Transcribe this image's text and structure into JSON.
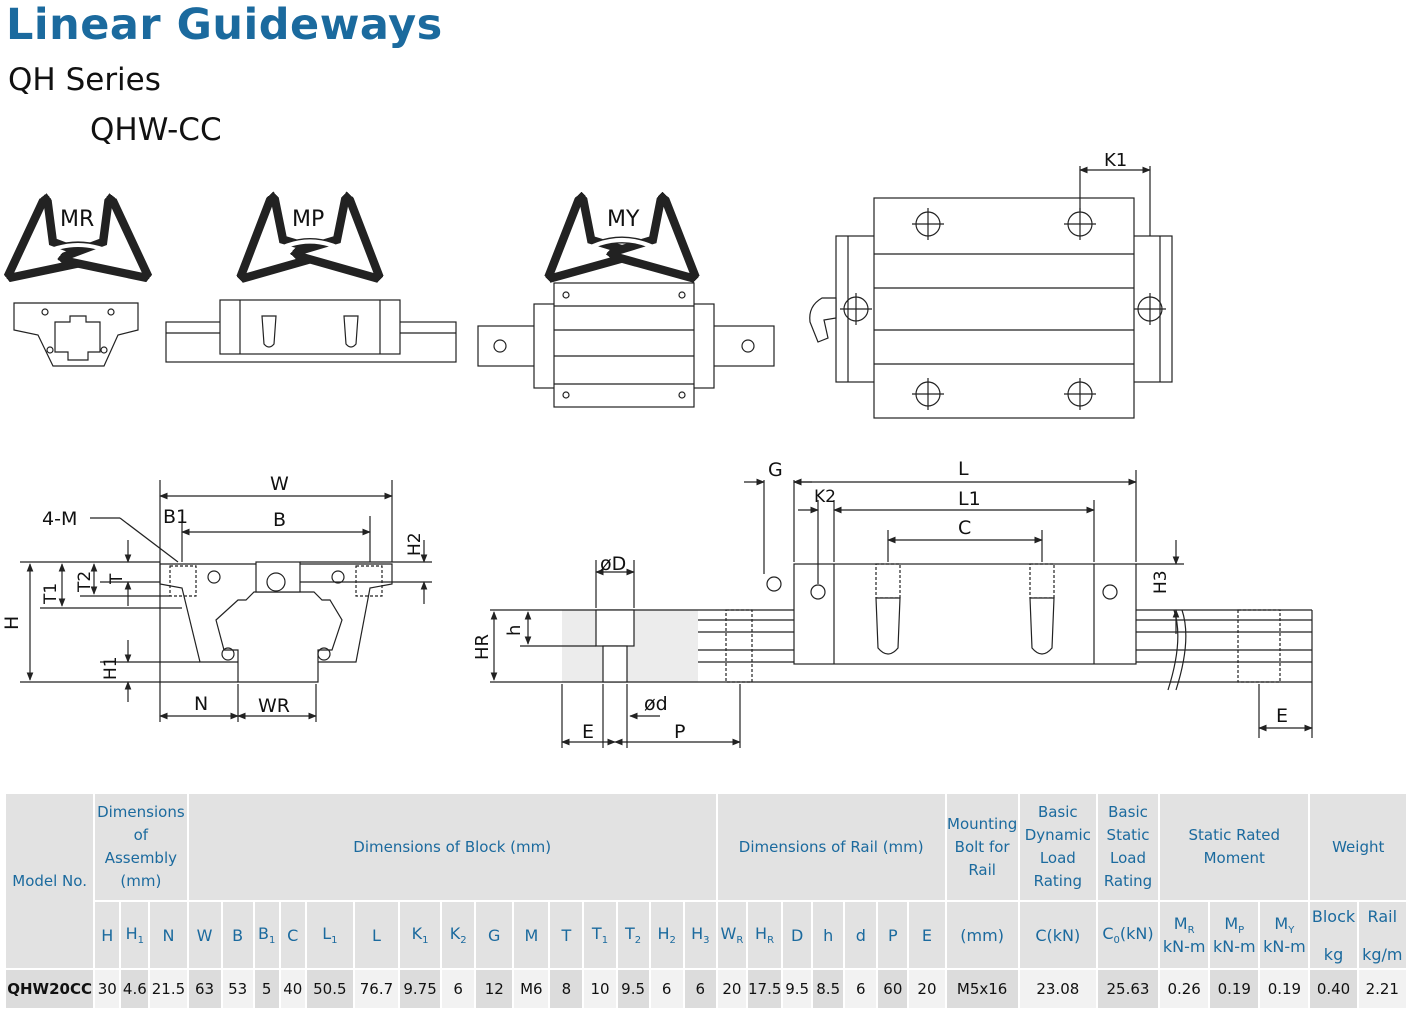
{
  "header": {
    "title": "Linear Guideways",
    "series": "QH Series",
    "model": "QHW-CC"
  },
  "drawing_labels": {
    "moment_roll": "MR",
    "moment_pitch": "MP",
    "moment_yaw": "MY",
    "k1": "K1",
    "w": "W",
    "b": "B",
    "b1": "B1",
    "bolts": "4-M",
    "h": "H",
    "t1": "T1",
    "t2": "T2",
    "t": "T",
    "h1": "H1",
    "h2": "H2",
    "n": "N",
    "wr": "WR",
    "od": "øD",
    "hr": "HR",
    "h_small": "h",
    "d_small": "ød",
    "e": "E",
    "p": "P",
    "g": "G",
    "l": "L",
    "l1": "L1",
    "k2": "K2",
    "c": "C",
    "h3": "H3"
  },
  "table": {
    "group_headers": {
      "model_no": "Model No.",
      "assembly": "Dimensions of Assembly (mm)",
      "block": "Dimensions of Block (mm)",
      "rail": "Dimensions of Rail (mm)",
      "bolt": "Mounting Bolt for Rail",
      "dynamic": "Basic Dynamic Load Rating",
      "static": "Basic Static Load Rating",
      "moment": "Static Rated Moment",
      "weight": "Weight"
    },
    "columns": {
      "H": "H",
      "H1": "H",
      "N": "N",
      "W": "W",
      "B": "B",
      "B1": "B",
      "C": "C",
      "L1": "L",
      "L": "L",
      "K1": "K",
      "K2": "K",
      "G": "G",
      "M": "M",
      "T": "T",
      "T1": "T",
      "T2": "T",
      "H2": "H",
      "H3": "H",
      "WR": "W",
      "HR": "H",
      "D": "D",
      "h": "h",
      "d": "d",
      "P": "P",
      "E": "E",
      "bolt_unit": "(mm)",
      "dyn": "C(kN)",
      "stat": "C",
      "stat_unit": "(kN)",
      "MR": "M",
      "MP": "M",
      "MY": "M",
      "moment_unit": "kN-m",
      "block": "Block",
      "rail": "Rail",
      "block_unit": "kg",
      "rail_unit": "kg/m"
    },
    "subscripts": {
      "one": "1",
      "two": "2",
      "three": "3",
      "R": "R",
      "P": "P",
      "Y": "Y",
      "zero": "0"
    },
    "row": {
      "model": "QHW20CC",
      "H": "30",
      "H1": "4.6",
      "N": "21.5",
      "W": "63",
      "B": "53",
      "B1": "5",
      "C": "40",
      "L1": "50.5",
      "L": "76.7",
      "K1": "9.75",
      "K2": "6",
      "G": "12",
      "M": "M6",
      "T": "8",
      "T1": "10",
      "T2": "9.5",
      "H2": "6",
      "H3": "6",
      "WR": "20",
      "HR": "17.5",
      "D": "9.5",
      "h": "8.5",
      "d": "6",
      "P": "60",
      "E": "20",
      "bolt": "M5x16",
      "dyn": "23.08",
      "stat": "25.63",
      "MR": "0.26",
      "MP": "0.19",
      "MY": "0.19",
      "block": "0.40",
      "rail": "2.21"
    }
  },
  "colors": {
    "title": "#1b6a9e",
    "table_header_bg": "#e2e2e2",
    "table_header_text": "#1b6a9e"
  }
}
